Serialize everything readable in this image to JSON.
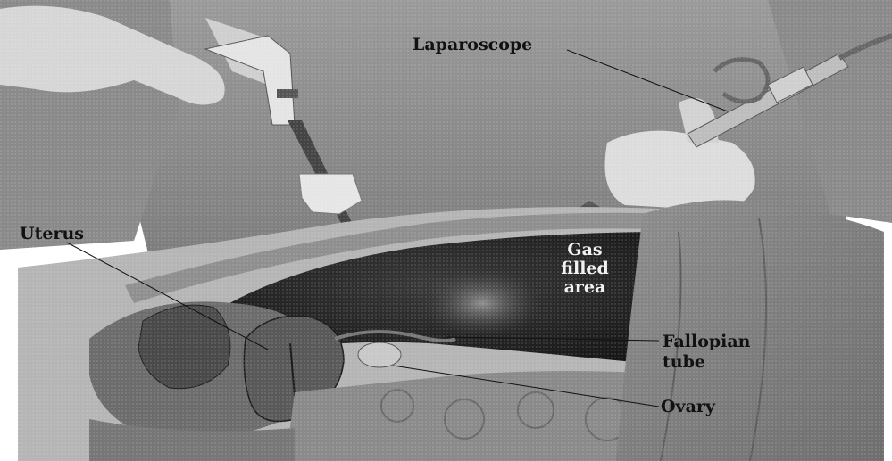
{
  "labels": {
    "laparoscope": "Laparoscope",
    "uterus": "Uterus",
    "gas_filled_area": [
      "Gas",
      "filled",
      "area"
    ],
    "fallopian_tube": [
      "Fallopian",
      "tube"
    ],
    "ovary": "Ovary"
  }
}
